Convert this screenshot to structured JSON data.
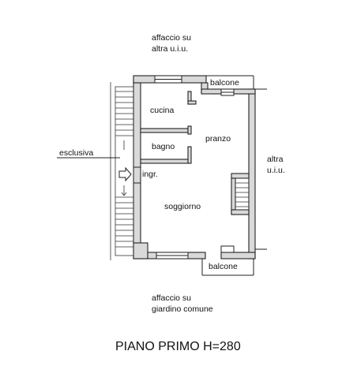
{
  "labels": {
    "north_line1": "affaccio su",
    "north_line2": "altra u.i.u.",
    "balcone_top": "balcone",
    "cucina": "cucina",
    "pranzo": "pranzo",
    "bagno": "bagno",
    "esclusiva": "esclusiva",
    "ingr": "ingr.",
    "altra_line1": "altra",
    "altra_line2": "u.i.u.",
    "soggiorno": "soggiorno",
    "balcone_bottom": "balcone",
    "south_line1": "affaccio su",
    "south_line2": "giardino comune",
    "title": "PIANO PRIMO H=280"
  },
  "colors": {
    "wall_fill": "#d9d9d9",
    "line": "#222222"
  }
}
